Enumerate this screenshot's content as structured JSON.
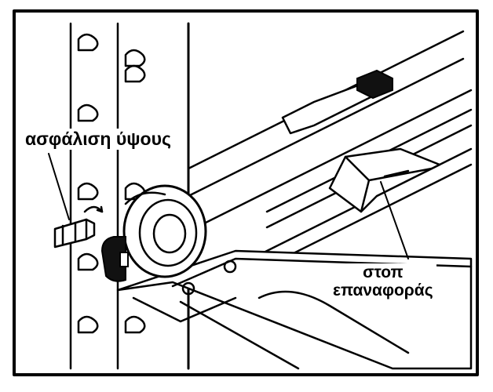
{
  "labels": {
    "height_lock": "ασφάλιση ύψους",
    "reset_stop_line1": "στοπ",
    "reset_stop_line2": "επαναφοράς"
  },
  "colors": {
    "line": "#000000",
    "fill": "#ffffff",
    "dark": "#111111"
  }
}
